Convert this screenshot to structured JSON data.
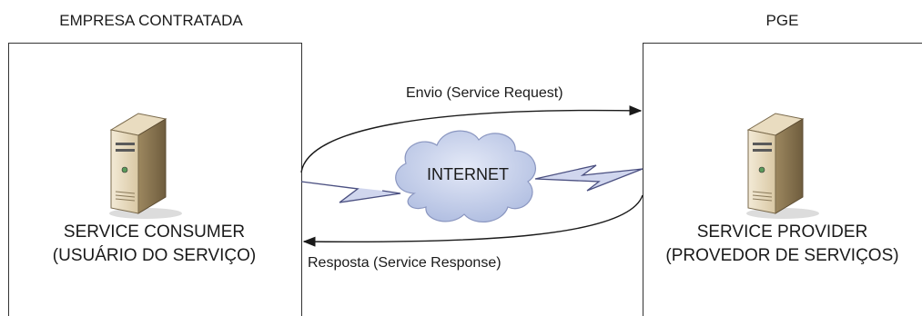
{
  "left_party": {
    "title": "EMPRESA CONTRATADA",
    "node_line1": "SERVICE CONSUMER",
    "node_line2": "(USUÁRIO DO SERVIÇO)",
    "icon": "server-tower-icon"
  },
  "right_party": {
    "title": "PGE",
    "node_line1": "SERVICE PROVIDER",
    "node_line2": "(PROVEDOR DE SERVIÇOS)",
    "icon": "server-tower-icon"
  },
  "network": {
    "label": "INTERNET",
    "icon": "cloud-icon",
    "cloud_color": "#c9d3ec"
  },
  "flows": {
    "request_label": "Envio (Service Request)",
    "response_label": "Resposta (Service Response)"
  }
}
